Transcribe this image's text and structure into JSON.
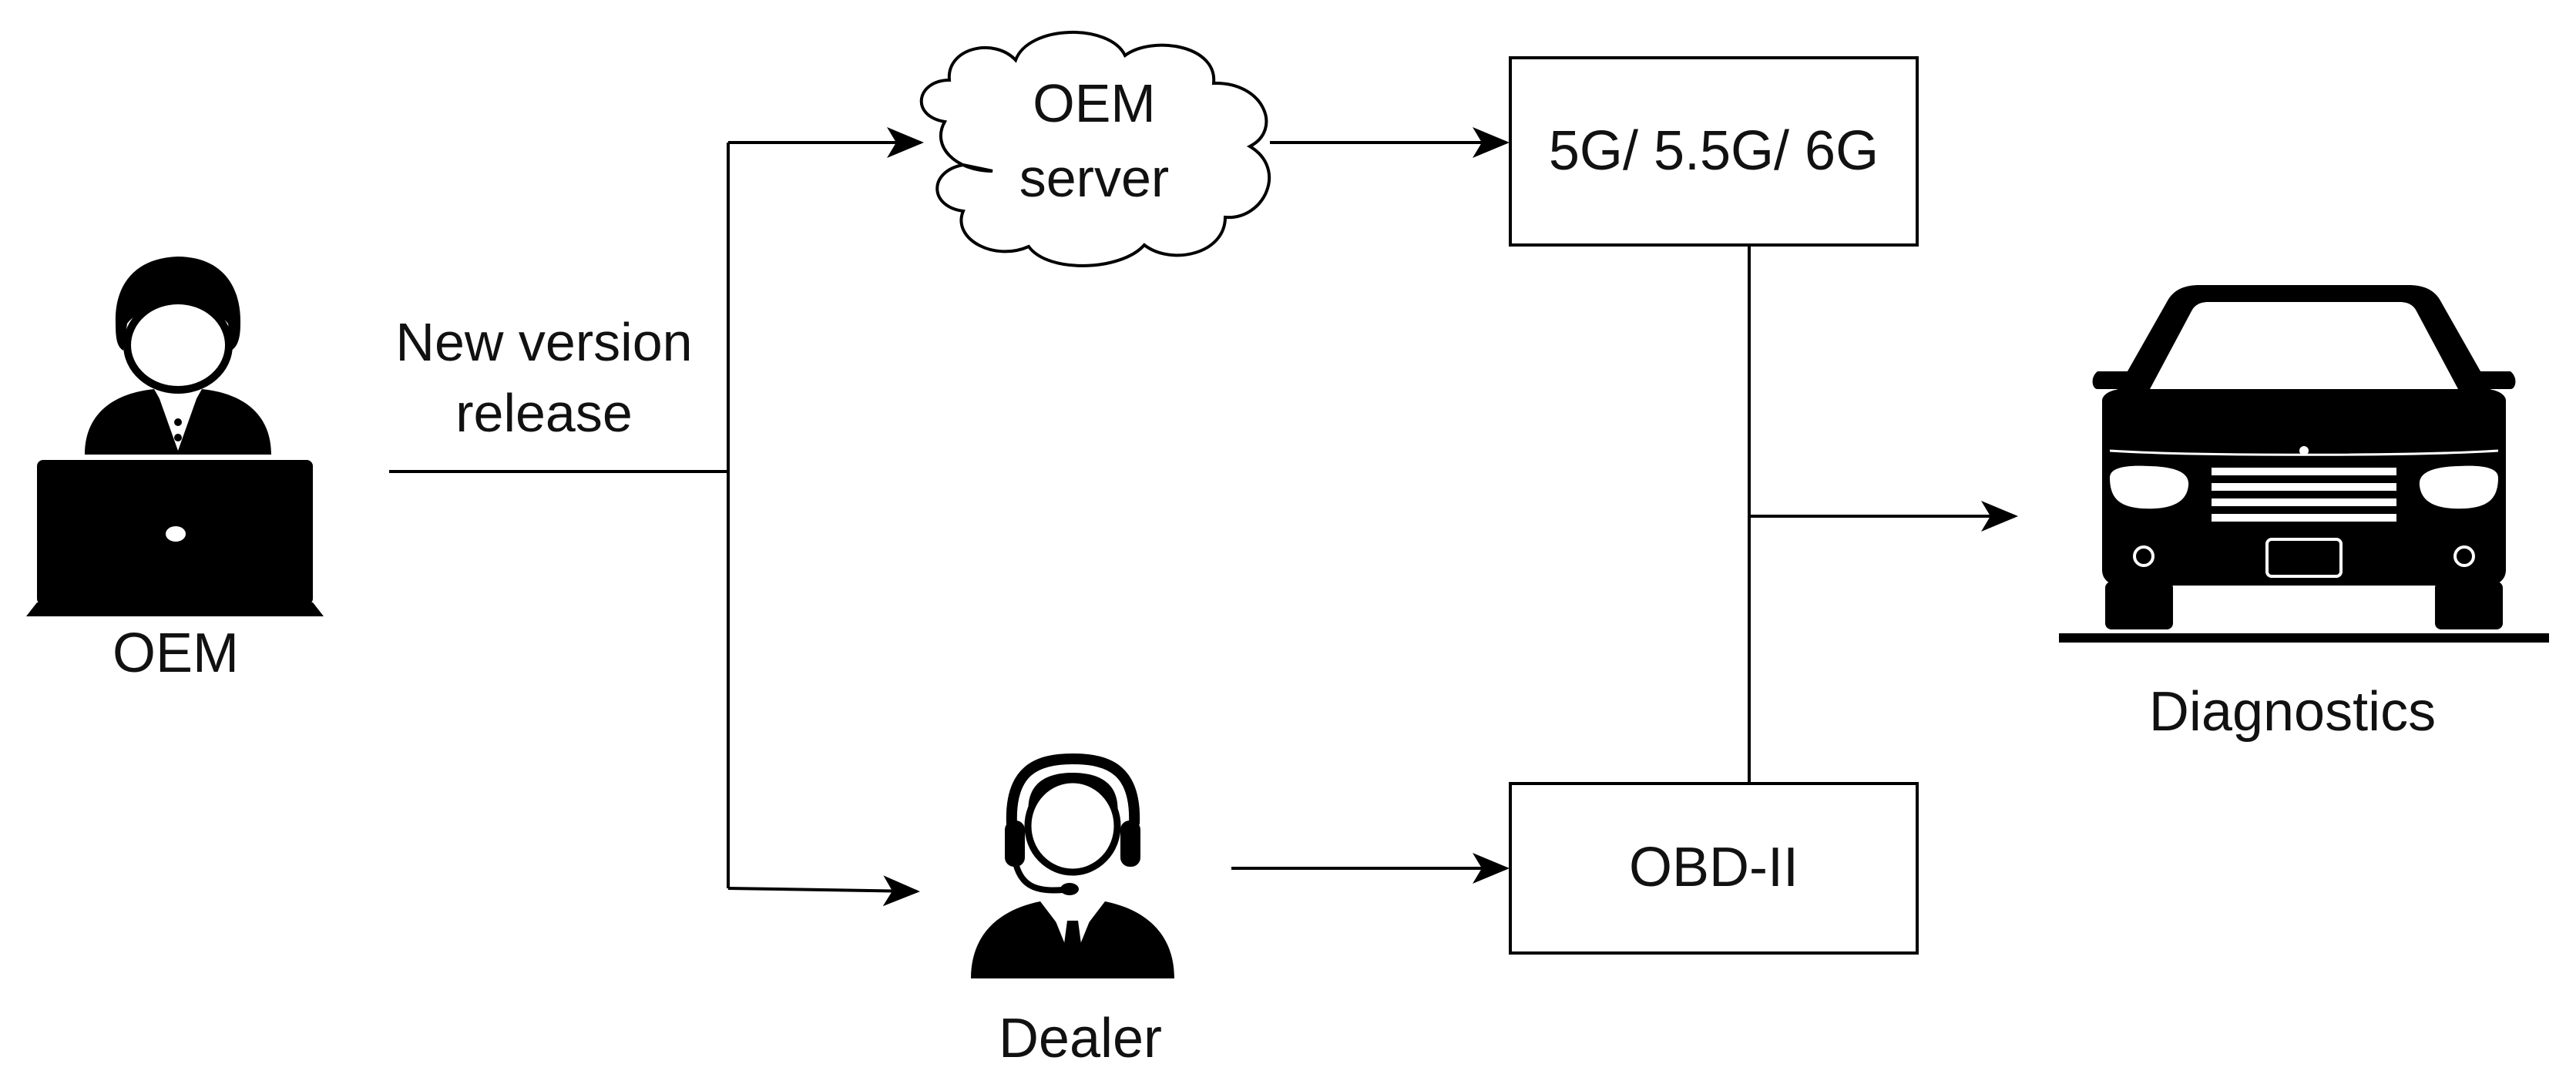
{
  "actors": {
    "oem": {
      "label": "OEM",
      "icon": "laptop-person-icon"
    },
    "dealer": {
      "label": "Dealer",
      "icon": "headset-person-icon"
    },
    "vehicle": {
      "label": "Diagnostics",
      "icon": "car-icon"
    }
  },
  "edge_label": {
    "line1": "New version",
    "line2": "release"
  },
  "nodes": {
    "oem_server": {
      "line1": "OEM",
      "line2": "server",
      "shape": "cloud"
    },
    "network": {
      "label": "5G/ 5.5G/ 6G",
      "shape": "rectangle"
    },
    "obd": {
      "label": "OBD-II",
      "shape": "rectangle"
    }
  },
  "colors": {
    "stroke": "#000000",
    "fill_dark": "#000000",
    "background": "#ffffff"
  }
}
